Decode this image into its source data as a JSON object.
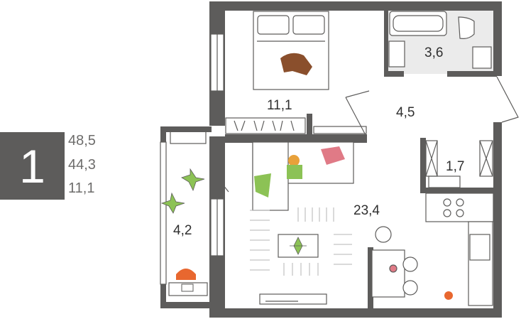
{
  "rooms_count": "1",
  "areas": {
    "total": "48,5",
    "living": "44,3",
    "kitchen": "11,1"
  },
  "room_labels": {
    "bedroom": "11,1",
    "bathroom": "3,6",
    "hall": "4,5",
    "storage": "1,7",
    "living_kitchen": "23,4",
    "balcony": "4,2"
  },
  "colors": {
    "wall": "#5d5c5b",
    "tile": "#ebebeb",
    "accent_green": "#8cc255",
    "accent_orange": "#e8672f",
    "accent_pink": "#e07a86",
    "accent_brown": "#8a4f2c"
  }
}
